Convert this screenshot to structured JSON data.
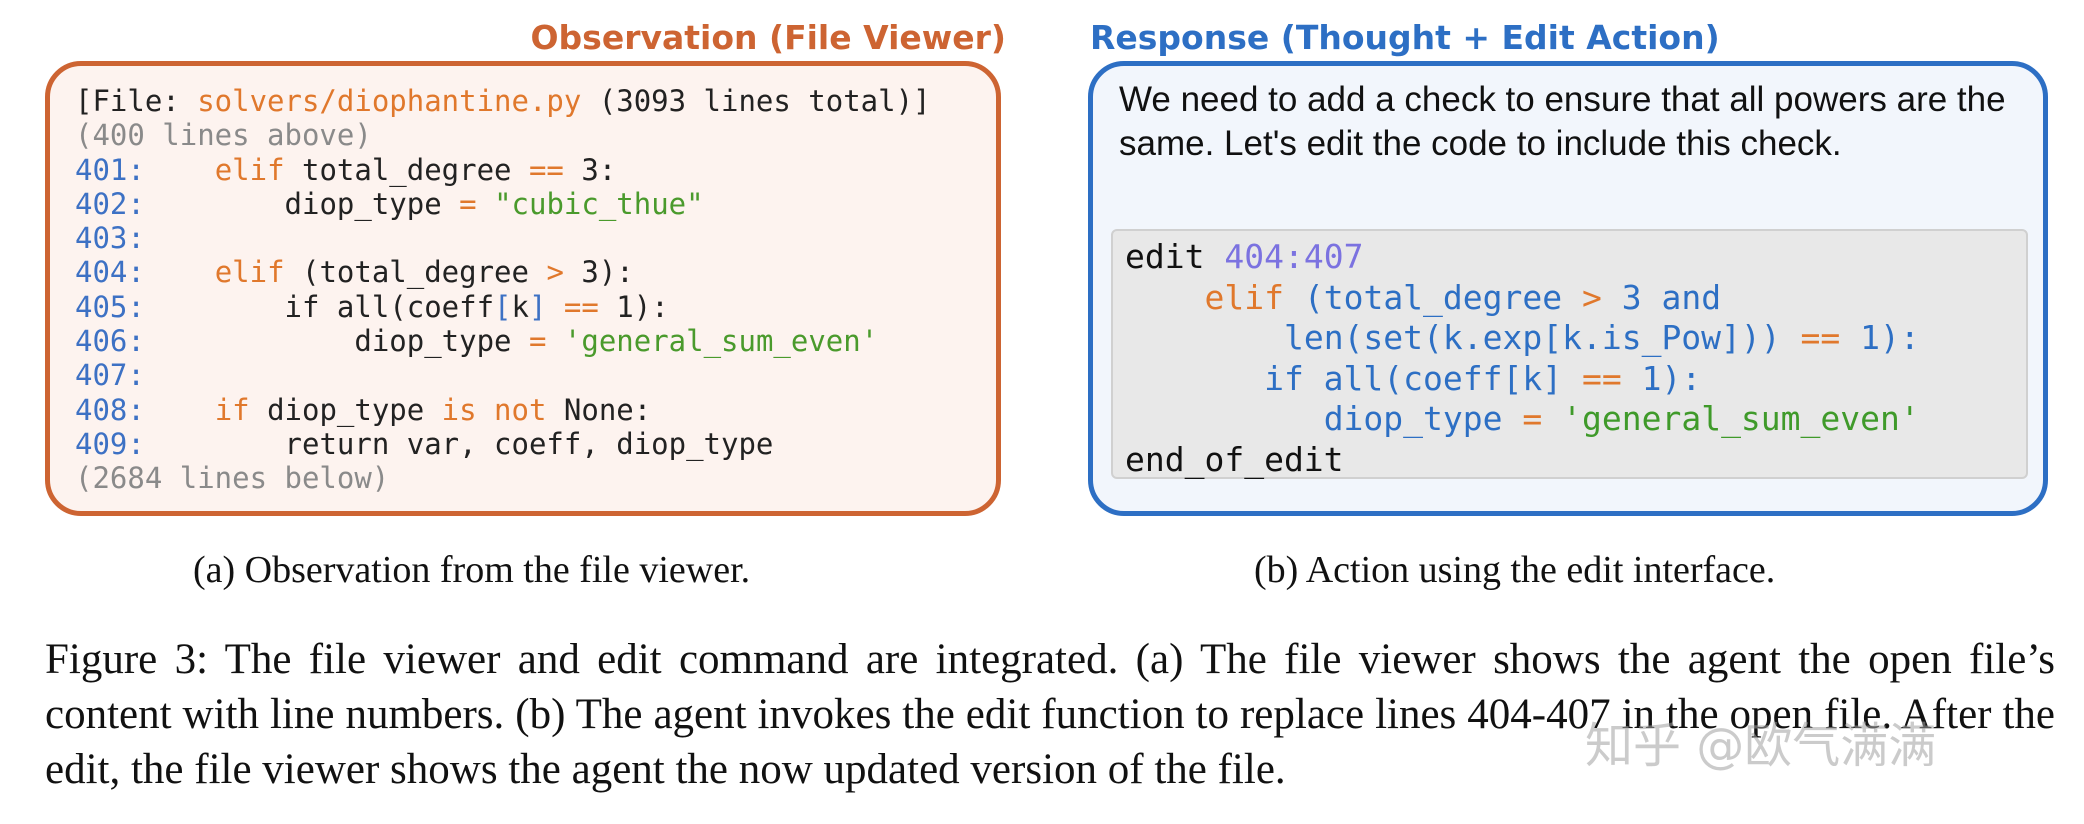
{
  "observation": {
    "title": "Observation (File Viewer)",
    "file_header": {
      "prefix": "[File: ",
      "filename": "solvers/diophantine.py",
      "suffix": " (3093 lines total)]"
    },
    "lines_above": "(400 lines above)",
    "lines_below": "(2684 lines below)",
    "line_numbers": [
      "401:",
      "402:",
      "403:",
      "404:",
      "405:",
      "406:",
      "407:",
      "408:",
      "409:"
    ],
    "code": {
      "l401_kw": "elif",
      "l401_rest": " total_degree ",
      "l401_op": "==",
      "l401_end": " 3:",
      "l402_a": "diop_type ",
      "l402_op": "=",
      "l402_str": "\"cubic_thue\"",
      "l404_kw": "elif",
      "l404_a": " (total_degree ",
      "l404_op": ">",
      "l404_end": " 3):",
      "l405_a": "if all(coeff",
      "l405_b1": "[",
      "l405_k": "k",
      "l405_b2": "]",
      "l405_op": " ==",
      "l405_end": " 1):",
      "l406_a": "diop_type ",
      "l406_op": "=",
      "l406_str": "'general_sum_even'",
      "l408_kw": "if",
      "l408_a": " diop_type ",
      "l408_kw2": "is not",
      "l408_end": " None:",
      "l409": "return var, coeff, diop_type"
    }
  },
  "response": {
    "title": "Response (Thought + Edit Action)",
    "thought": "We need to add a check to ensure that all powers are the same. Let's edit the code to include this check.",
    "edit": {
      "cmd": "edit",
      "range": "404:407",
      "l1_kw": "elif",
      "l1_a": "(total_degree",
      "l1_op": ">",
      "l1_b": "3",
      "l1_and": "and",
      "l2_a": "len(set(k.exp[k.is_Pow]))",
      "l2_op": "==",
      "l2_b": "1):",
      "l3_a": "if all(coeff[k]",
      "l3_op": "==",
      "l3_b": "1):",
      "l4_a": "diop_type",
      "l4_op": "=",
      "l4_str": "'general_sum_even'",
      "end": "end_of_edit"
    }
  },
  "captions": {
    "a": "(a) Observation from the file viewer.",
    "b": "(b) Action using the edit interface."
  },
  "figure_caption": "Figure 3: The file viewer and edit command are integrated. (a) The file viewer shows the agent the open file’s content with line numbers. (b) The agent invokes the edit function to replace lines 404-407 in the open file. After the edit, the file viewer shows the agent the now updated version of the file.",
  "watermark": "知乎 @欧气满满",
  "colors": {
    "observation_accent": "#cd6432",
    "response_accent": "#2d6fc4",
    "keyword_orange": "#e0782c",
    "string_green": "#4a9a2c",
    "line_number_blue": "#3d71c4"
  }
}
